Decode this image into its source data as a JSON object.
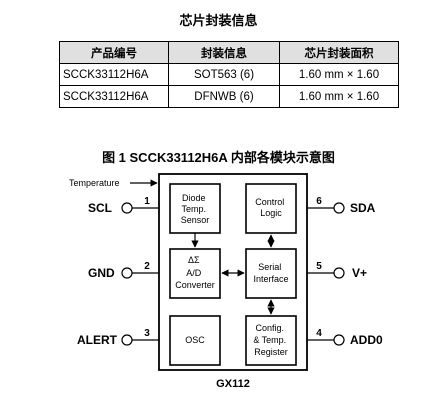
{
  "table": {
    "title": "芯片封装信息",
    "headers": [
      "产品编号",
      "封装信息",
      "芯片封装面积"
    ],
    "rows": [
      [
        "SCCK33112H6A",
        "SOT563 (6)",
        "1.60 mm × 1.60"
      ],
      [
        "SCCK33112H6A",
        "DFNWB (6)",
        "1.60 mm × 1.60"
      ]
    ]
  },
  "figure": {
    "title": "图 1 SCCK33112H6A 内部各模块示意图",
    "temperature_label": "Temperature",
    "chip_label": "GX112",
    "blocks": {
      "sensor": [
        "Diode",
        "Temp.",
        "Sensor"
      ],
      "control": [
        "Control",
        "Logic"
      ],
      "adc_symbol": "ΔΣ",
      "adc": [
        "A/D",
        "Converter"
      ],
      "serial": [
        "Serial",
        "Interface"
      ],
      "osc": "OSC",
      "config": [
        "Config.",
        "& Temp.",
        "Register"
      ]
    },
    "pins_left": [
      {
        "name": "SCL",
        "num": "1"
      },
      {
        "name": "GND",
        "num": "2"
      },
      {
        "name": "ALERT",
        "num": "3"
      }
    ],
    "pins_right": [
      {
        "name": "SDA",
        "num": "6"
      },
      {
        "name": "V+",
        "num": "5"
      },
      {
        "name": "ADD0",
        "num": "4"
      }
    ]
  }
}
